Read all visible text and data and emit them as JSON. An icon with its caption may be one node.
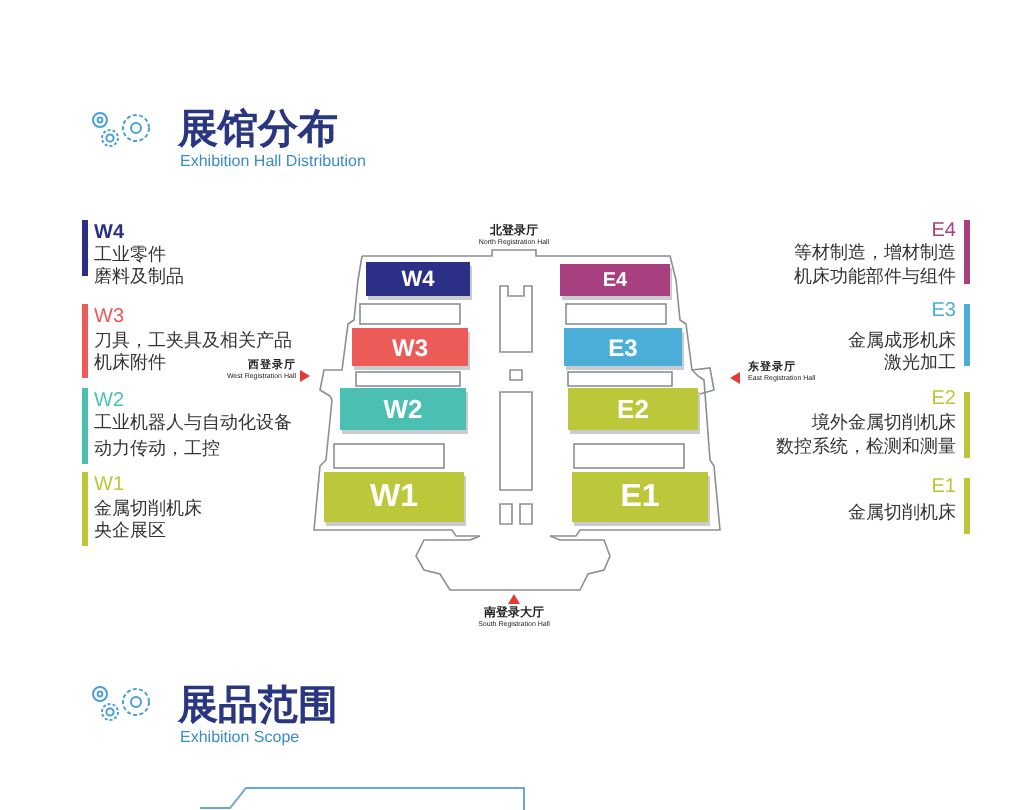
{
  "diagram": {
    "title": "展馆分布",
    "nodes": [
      {
        "text": [
          "W4"
        ]
      },
      {
        "text": [
          "E4"
        ]
      },
      {
        "text": [
          "W3"
        ]
      },
      {
        "text": [
          "E3"
        ]
      },
      {
        "text": [
          "W2"
        ]
      },
      {
        "text": [
          "E2"
        ]
      },
      {
        "text": [
          "W1"
        ]
      },
      {
        "text": [
          "E1"
        ]
      }
    ],
    "labels": [
      "Exhibition Hall Distribution",
      "W4",
      "工业零件",
      "磨料及制品",
      "北登录厅",
      "North Registration Hall",
      "E4",
      "等材制造，增材制造",
      "机床功能部件与组件",
      "W3",
      "刀具，工夹具及相关产品",
      "机床附件",
      "E3",
      "金属成形机床",
      "激光加工",
      "西登录厅",
      "West Registration Hall",
      "东登录厅",
      "East Registration Hall",
      "W2",
      "工业机器人与自动化设备",
      "动力传动，工控",
      "E2",
      "境外金属切削机床",
      "数控系统，检测和测量",
      "W1",
      "金属切削机床",
      "央企展区",
      "E1",
      "金属切削机床",
      "南登录大厅",
      "South Registration Hall",
      "展品范围",
      "Exhibition Scope"
    ]
  }
}
